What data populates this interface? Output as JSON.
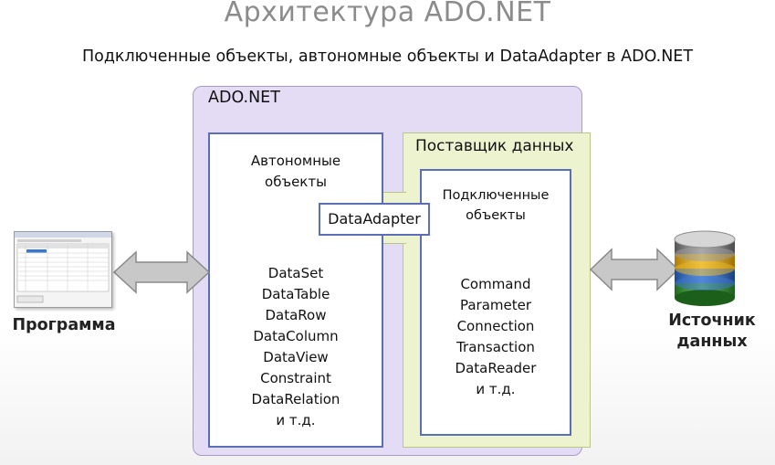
{
  "slide": {
    "title": "Архитектура ADO.NET",
    "subtitle": "Подключенные объекты, автономные объекты и DataAdapter в ADO.NET"
  },
  "ado_net": {
    "label": "ADO.NET"
  },
  "autonomous": {
    "heading_line1": "Автономные",
    "heading_line2": "объекты",
    "items": [
      "DataSet",
      "DataTable",
      "DataRow",
      "DataColumn",
      "DataView",
      "Constraint",
      "DataRelation",
      "и т.д."
    ]
  },
  "provider": {
    "label": "Поставщик данных",
    "adapter_label": "DataAdapter",
    "connected": {
      "heading_line1": "Подключенные",
      "heading_line2": "объекты",
      "items": [
        "Command",
        "Parameter",
        "Connection",
        "Transaction",
        "DataReader",
        "и т.д."
      ]
    }
  },
  "program": {
    "caption": "Программа",
    "icon": "application-window-icon"
  },
  "data_source": {
    "caption_line1": "Источник",
    "caption_line2": "данных",
    "icon": "database-cylinder-icon",
    "colors": [
      "#7a7a7a",
      "#e8b526",
      "#3c74c9",
      "#3f9e3c"
    ]
  },
  "arrows": {
    "icon": "double-headed-arrow-icon",
    "fill": "#c8c8c8",
    "stroke": "#8a8a8a"
  },
  "colors": {
    "ado_background": "#e4dcf5",
    "provider_background": "#eef3cf",
    "box_border": "#5b6fb7"
  }
}
